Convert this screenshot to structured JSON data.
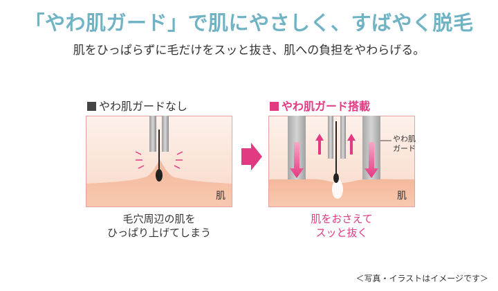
{
  "headline": "「やわ肌ガード」で肌にやさしく、すばやく脱毛",
  "subline": "肌をひっぱらずに毛だけをスッと抜き、肌への負担をやわらげる。",
  "left_panel": {
    "label": "やわ肌ガードなし",
    "skin_label": "肌",
    "caption_line1": "毛穴周辺の肌を",
    "caption_line2": "ひっぱり上げてしまう"
  },
  "right_panel": {
    "label": "やわ肌ガード搭載",
    "skin_label": "肌",
    "guard_line1": "やわ肌",
    "guard_line2": "ガード",
    "caption_line1": "肌をおさえて",
    "caption_line2": "スッと抜く"
  },
  "note": "＜写真・イラストはイメージです＞",
  "colors": {
    "headline": "#6fb3c5",
    "accent_pink": "#e23a82",
    "label_square_dark": "#444444",
    "panel_bg": "#fbe9e0",
    "skin": "#f3b396",
    "panel_border": "#e8a0a0"
  }
}
